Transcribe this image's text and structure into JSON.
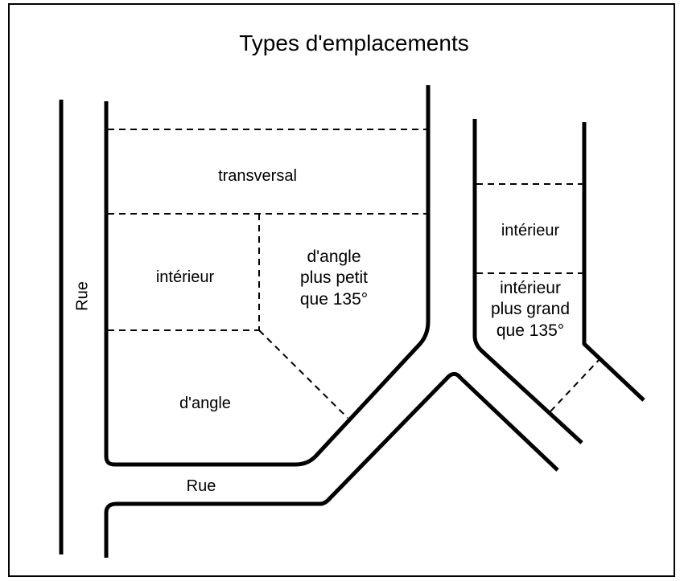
{
  "title": "Types d'emplacements",
  "labels": {
    "transversal": "transversal",
    "interior_left": "intérieur",
    "angle_small": "d'angle\nplus petit\nque 135°",
    "corner": "d'angle",
    "interior_right": "intérieur",
    "interior_large": "intérieur\nplus grand\nque 135°",
    "street_vertical": "Rue",
    "street_horizontal": "Rue"
  }
}
